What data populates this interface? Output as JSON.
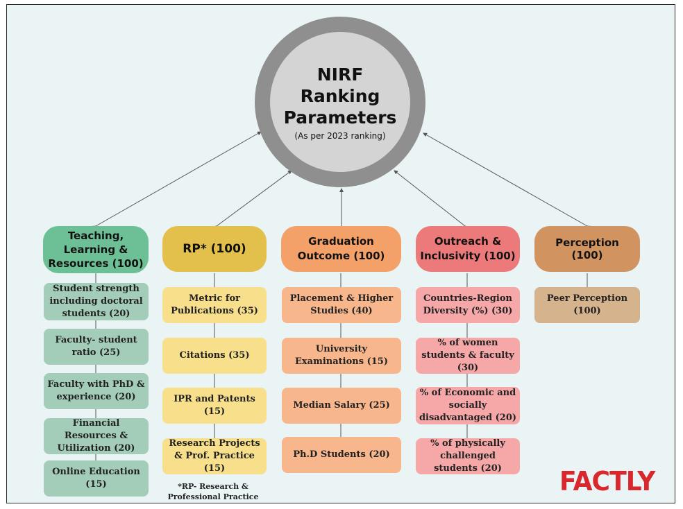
{
  "hub": {
    "title": "NIRF Ranking Parameters",
    "subtitle": "(As per 2023 ranking)"
  },
  "columns": [
    {
      "heading": "Teaching, Learning & Resources (100)",
      "color": "#6dbf96",
      "item_color": "#a3cdb8",
      "items": [
        "Student strength including doctoral students (20)",
        "Faculty- student ratio (25)",
        "Faculty with PhD & experience (20)",
        "Financial Resources & Utilization (20)",
        "Online Education (15)"
      ]
    },
    {
      "heading": "RP* (100)",
      "color": "#e3c04c",
      "item_color": "#f7df8c",
      "items": [
        "Metric for Publications (35)",
        "Citations (35)",
        "IPR and Patents (15)",
        "Research Projects & Prof. Practice (15)"
      ]
    },
    {
      "heading": "Graduation Outcome (100)",
      "color": "#f3a069",
      "item_color": "#f8b68c",
      "items": [
        "Placement & Higher Studies (40)",
        "University Examinations (15)",
        "Median Salary (25)",
        "Ph.D Students (20)"
      ]
    },
    {
      "heading": "Outreach & Inclusivity (100)",
      "color": "#ec7a7a",
      "item_color": "#f6a7a7",
      "items": [
        "Countries-Region Diversity (%) (30)",
        "% of women students & faculty (30)",
        "% of Economic and socially disadvantaged (20)",
        "% of physically challenged students (20)"
      ]
    },
    {
      "heading": "Perception (100)",
      "color": "#d1935f",
      "item_color": "#d4b38d",
      "items": [
        "Peer Perception (100)"
      ]
    }
  ],
  "footnote": "*RP- Research & Professional Practice",
  "logo": "FACTLY"
}
